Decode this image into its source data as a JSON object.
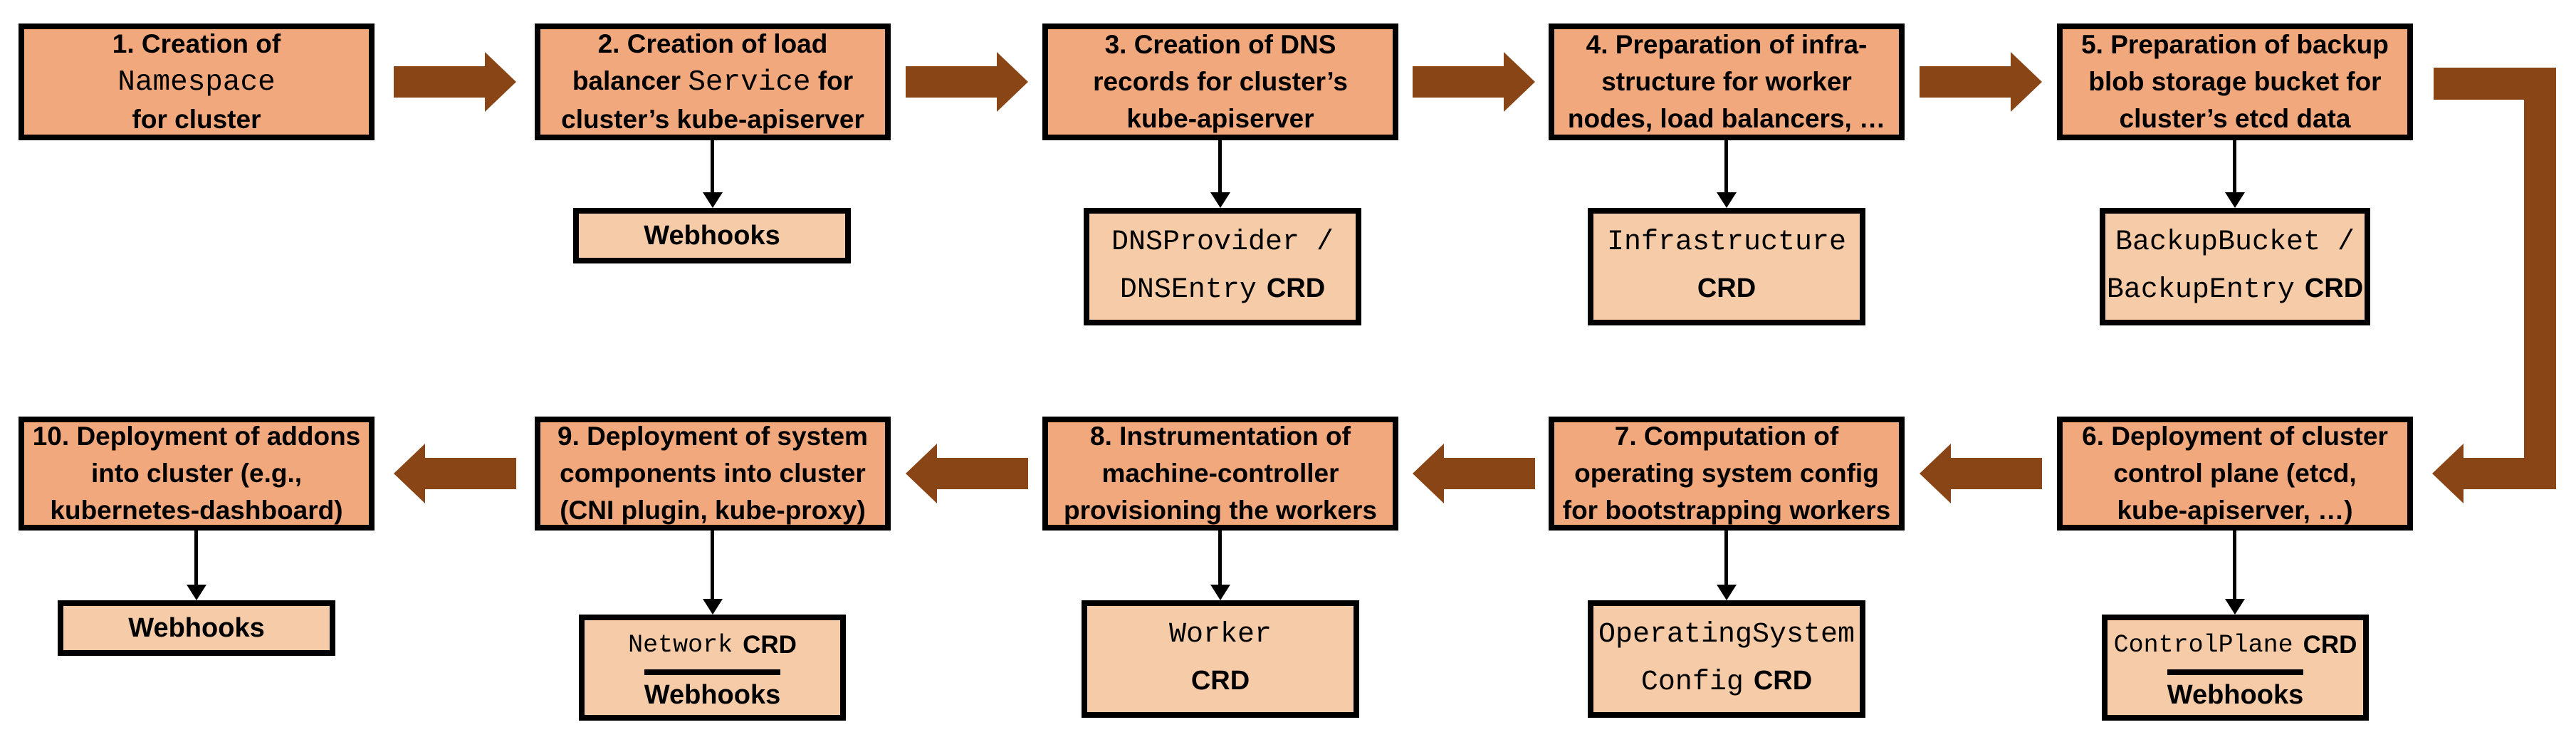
{
  "background": "#FFFFFF",
  "colors": {
    "step_box_fill": "#F1A87C",
    "artifact_box_fill": "#F6CBA7",
    "flow_arrow": "#8A4517",
    "border": "#000000"
  },
  "steps": [
    {
      "l1": "1. Creation of",
      "l2_mono": "Namespace",
      "l3": "for cluster"
    },
    {
      "l1": "2. Creation of load",
      "l2_pre": "balancer ",
      "l2_mono": "Service",
      "l2_post": " for",
      "l3": "cluster’s kube-apiserver"
    },
    {
      "l1": "3. Creation of DNS",
      "l2": "records for cluster’s",
      "l3": "kube-apiserver"
    },
    {
      "l1": "4. Preparation of infra-",
      "l2": "structure for worker",
      "l3": "nodes, load balancers, …"
    },
    {
      "l1": "5. Preparation of backup",
      "l2": "blob storage bucket for",
      "l3": "cluster’s etcd data"
    },
    {
      "l1": "6. Deployment of cluster",
      "l2": "control plane (etcd,",
      "l3": "kube-apiserver, …)"
    },
    {
      "l1": "7. Computation of",
      "l2": "operating system config",
      "l3": "for bootstrapping workers"
    },
    {
      "l1": "8. Instrumentation of",
      "l2": "machine-controller",
      "l3": "provisioning the workers"
    },
    {
      "l1": "9. Deployment of system",
      "l2": "components into cluster",
      "l3": "(CNI plugin, kube-proxy)"
    },
    {
      "l1": "10. Deployment of addons",
      "l2": "into cluster (e.g.,",
      "l3": "kubernetes-dashboard)"
    }
  ],
  "artifacts": {
    "webhooks": "Webhooks",
    "crd": "CRD",
    "dns_l1": "DNSProvider /",
    "dns_l2": "DNSEntry",
    "infrastructure_l1": "Infrastructure",
    "backup_l1": "BackupBucket /",
    "backup_l2": "BackupEntry",
    "controlplane": "ControlPlane",
    "osc_l1": "OperatingSystem",
    "osc_l2": "Config",
    "worker_l1": "Worker",
    "network": "Network"
  }
}
